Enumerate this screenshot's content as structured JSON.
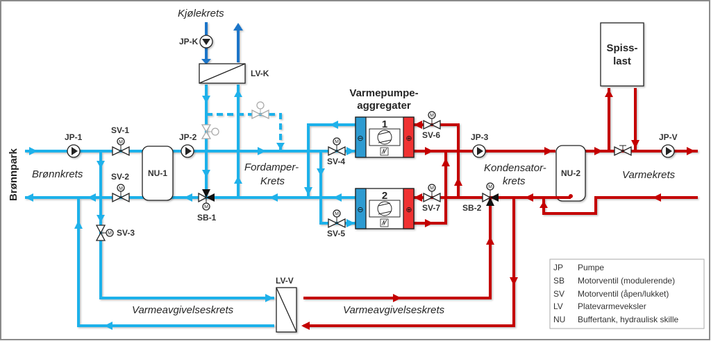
{
  "circuits": {
    "kjolekrets": "Kjølekrets",
    "bronnkrets": "Brønnkrets",
    "bronnpark": "Brønnpark",
    "fordamper_line1": "Fordamper-",
    "fordamper_line2": "Krets",
    "kondensator_line1": "Kondensator-",
    "kondensator_line2": "krets",
    "varmekrets": "Varmekrets",
    "varmeavgivelse_left": "Varmeavgivelseskrets",
    "varmeavgivelse_right": "Varmeavgivelseskrets"
  },
  "heat_pumps": {
    "title_line1": "Varmepumpe-",
    "title_line2": "aggregater",
    "units": [
      {
        "number": "1",
        "minus": "⊖",
        "plus": "⊕"
      },
      {
        "number": "2",
        "minus": "⊖",
        "plus": "⊕"
      }
    ]
  },
  "peak_load": {
    "line1": "Spiss-",
    "line2": "last"
  },
  "components": {
    "jp_k": "JP-K",
    "lv_k": "LV-K",
    "jp_1": "JP-1",
    "jp_2": "JP-2",
    "jp_3": "JP-3",
    "jp_v": "JP-V",
    "sv_1": "SV-1",
    "sv_2": "SV-2",
    "sv_3": "SV-3",
    "sv_4": "SV-4",
    "sv_5": "SV-5",
    "sv_6": "SV-6",
    "sv_7": "SV-7",
    "sb_1": "SB-1",
    "sb_2": "SB-2",
    "nu_1": "NU-1",
    "nu_2": "NU-2",
    "lv_v": "LV-V",
    "motor": "M"
  },
  "legend": [
    {
      "abbr": "JP",
      "text": "Pumpe"
    },
    {
      "abbr": "SB",
      "text": "Motorventil (modulerende)"
    },
    {
      "abbr": "SV",
      "text": "Motorventil (åpen/lukket)"
    },
    {
      "abbr": "LV",
      "text": "Platevarmeveksler"
    },
    {
      "abbr": "NU",
      "text": "Buffertank, hydraulisk skille"
    }
  ],
  "colors": {
    "cold_pipe": "#1FB1EA",
    "cooling_pipe": "#1A75C8",
    "hot_pipe": "#C40000",
    "evaporator": "#2E9BD1",
    "condenser": "#F03030"
  }
}
